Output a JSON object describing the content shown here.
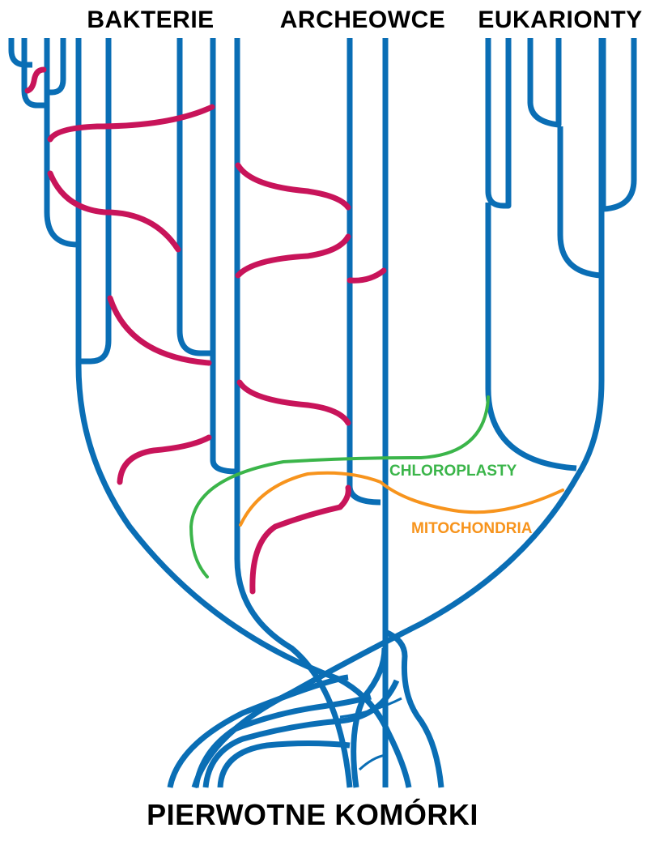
{
  "labels": {
    "bacteria": "BAKTERIE",
    "archaea": "ARCHEOWCE",
    "eukaryotes": "EUKARIONTY",
    "root": "PIERWOTNE KOMÓRKI",
    "chloroplasts": "CHLOROPLASTY",
    "mitochondria": "MITOCHONDRIA"
  },
  "colors": {
    "tree": "#0A6EB5",
    "gene_transfer": "#C8145A",
    "chloroplasts": "#3BB54A",
    "mitochondria": "#F7941D",
    "text": "#000000"
  }
}
